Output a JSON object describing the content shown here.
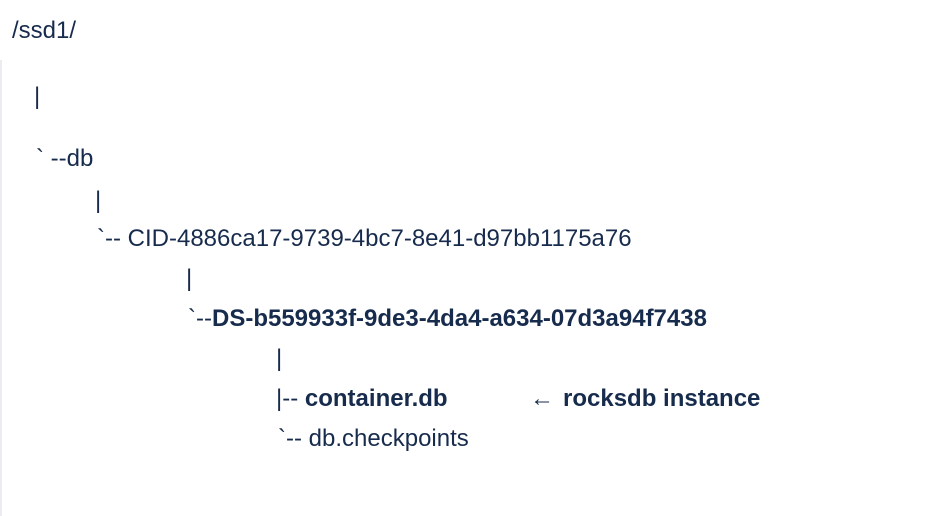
{
  "root": "/ssd1/",
  "pipe": "|",
  "db_connector": "` --db",
  "cid_connector": "`-- ",
  "cid_name": "CID-4886ca17-9739-4bc7-8e41-d97bb1175a76",
  "ds_connector": "`--",
  "ds_name": "DS-b559933f-9de3-4da4-a634-07d3a94f7438",
  "container_connector": "|-- ",
  "container_name": "container.db",
  "arrow": "←",
  "annotation": "rocksdb instance",
  "checkpoints_connector": "`-- ",
  "checkpoints_name": "db.checkpoints"
}
